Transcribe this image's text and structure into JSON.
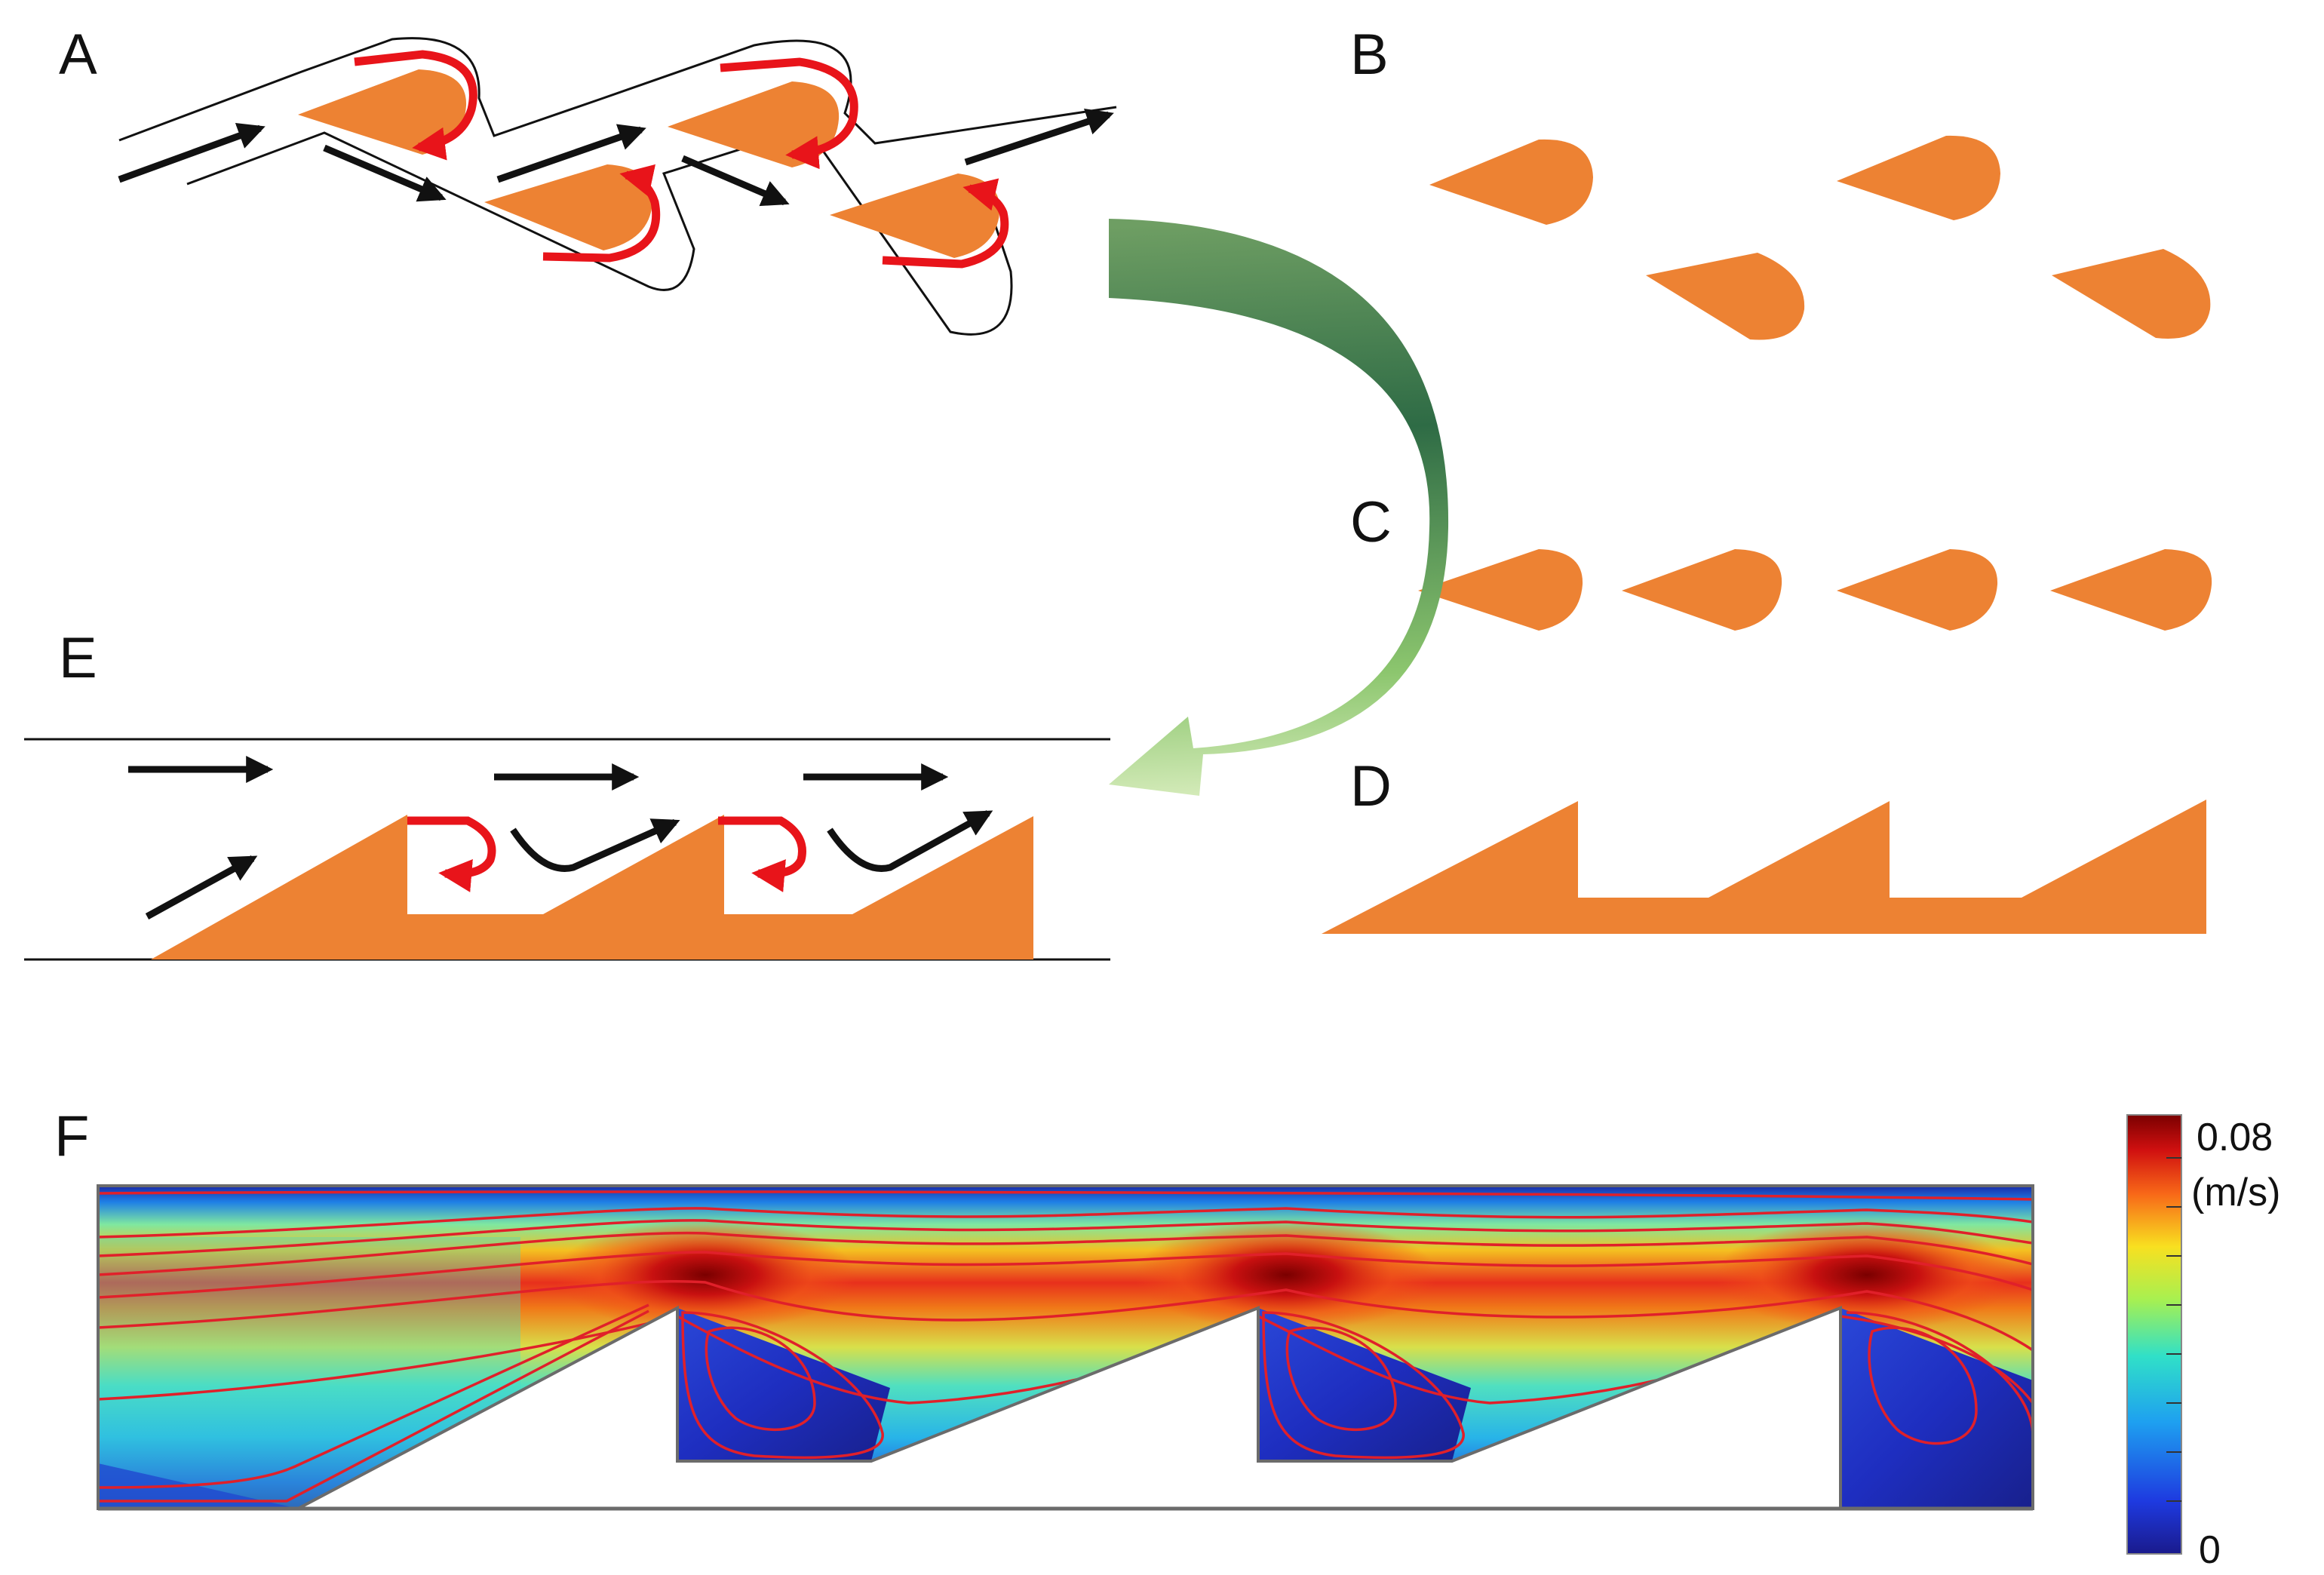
{
  "panels": {
    "a": "A",
    "b": "B",
    "c": "C",
    "d": "D",
    "e": "E",
    "f": "F"
  },
  "colorbar": {
    "max_label": "0.08",
    "unit_label": "(m/s)",
    "min_label": "0",
    "max_value": 0.08,
    "min_value": 0,
    "colormap": "jet"
  },
  "colors": {
    "obstacle": "#ED8233",
    "vortex_arrow": "#E8141A",
    "flow_arrow": "#111111",
    "curved_arrow_dark": "#2E6B45",
    "curved_arrow_light": "#E8F5C8",
    "streamline": "#E0202A"
  }
}
